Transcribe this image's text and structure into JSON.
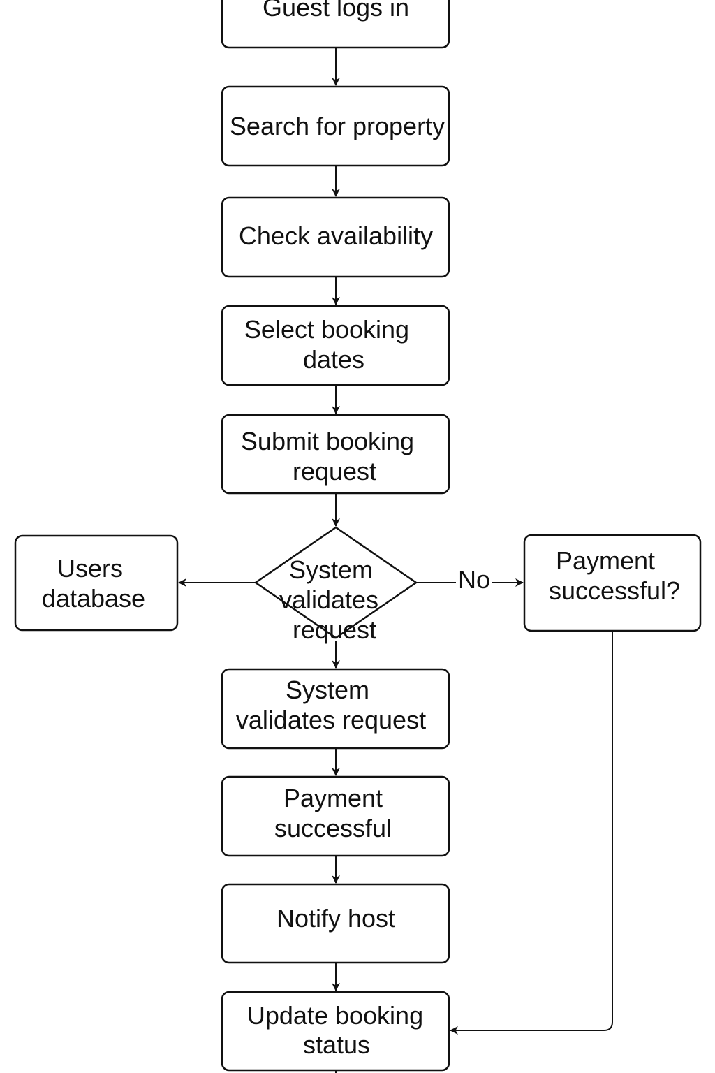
{
  "diagram": {
    "nodes": {
      "guest_logs_in": {
        "lines": [
          "Guest logs in"
        ]
      },
      "search_property": {
        "lines": [
          "Search for property"
        ]
      },
      "check_availability": {
        "lines": [
          "Check availability"
        ]
      },
      "select_dates": {
        "lines": [
          "Select booking",
          "dates"
        ]
      },
      "submit_request": {
        "lines": [
          "Submit booking",
          "request"
        ]
      },
      "users_database": {
        "lines": [
          "Users",
          "database"
        ]
      },
      "validate_decision": {
        "lines": [
          "System",
          "validates",
          "request"
        ]
      },
      "payment_question": {
        "lines": [
          "Payment",
          "successful?"
        ]
      },
      "validates_request": {
        "lines": [
          "System",
          "validates request"
        ]
      },
      "payment_successful": {
        "lines": [
          "Payment",
          "successful"
        ]
      },
      "notify_host": {
        "lines": [
          "Notify host"
        ]
      },
      "update_status": {
        "lines": [
          "Update booking",
          "status"
        ]
      }
    },
    "edges": {
      "no_label": "No"
    }
  }
}
